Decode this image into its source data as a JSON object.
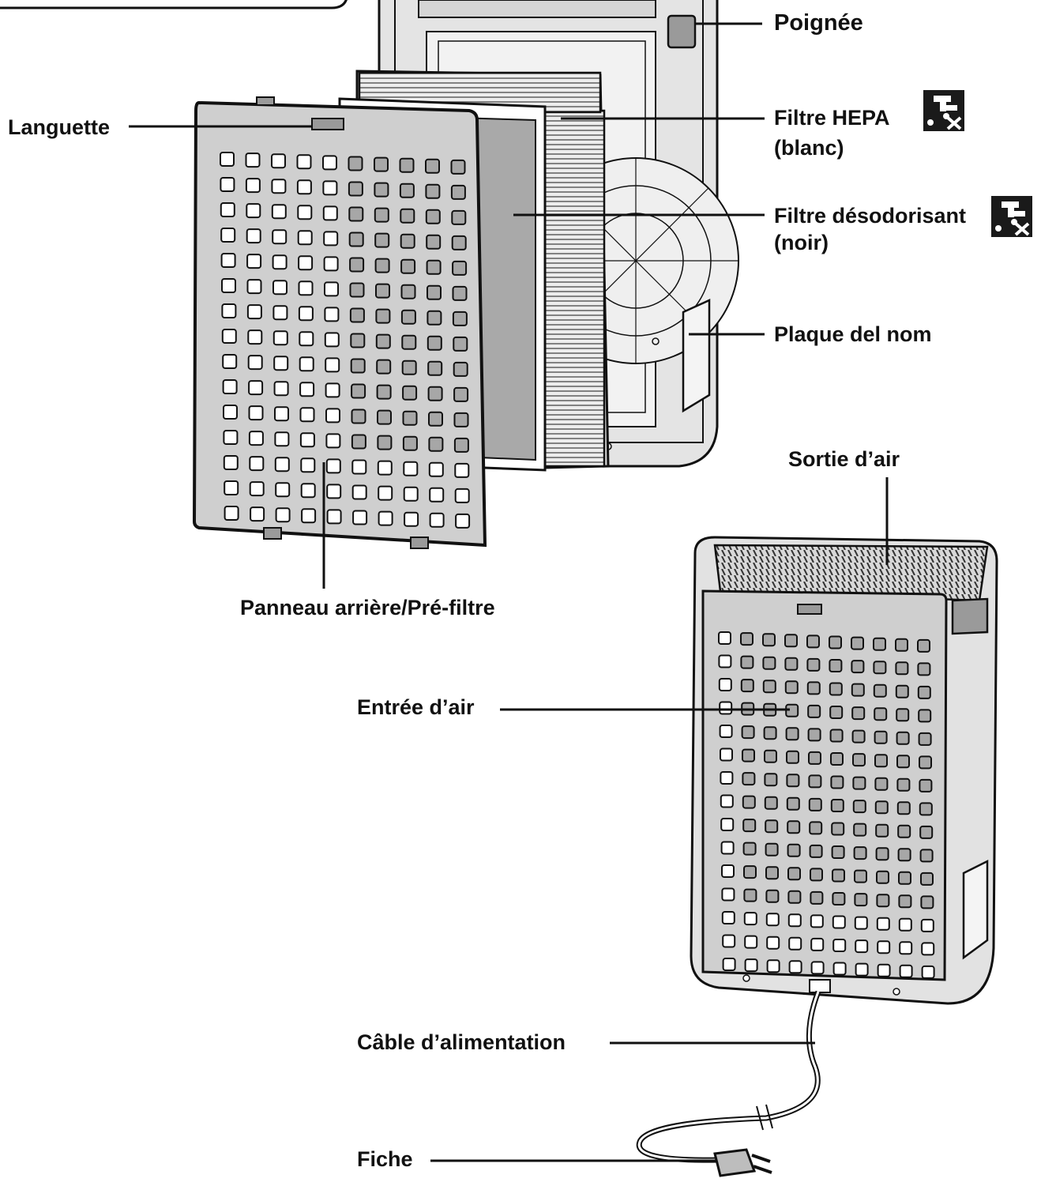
{
  "labels": {
    "handle": "Poignée",
    "tab": "Languette",
    "hepa_filter_line1": "Filtre HEPA",
    "hepa_filter_line2": "(blanc)",
    "deodorizing_filter_line1": "Filtre désodorisant",
    "deodorizing_filter_line2": "(noir)",
    "name_plate": "Plaque del nom",
    "air_outlet": "Sortie d’air",
    "back_panel": "Panneau arrière/Pré-filtre",
    "air_inlet": "Entrée d’air",
    "power_cord": "Câble d’alimentation",
    "plug": "Fiche"
  },
  "icons": {
    "hepa_filter": "no-wash-icon",
    "deodorizing_filter": "no-wash-icon"
  },
  "colors": {
    "line": "#111111",
    "panel_fill": "#cfcfcf",
    "unit_fill": "#e2e2e2",
    "dark_fill": "#8a8a8a",
    "filter_fill": "#b8b8b8"
  }
}
